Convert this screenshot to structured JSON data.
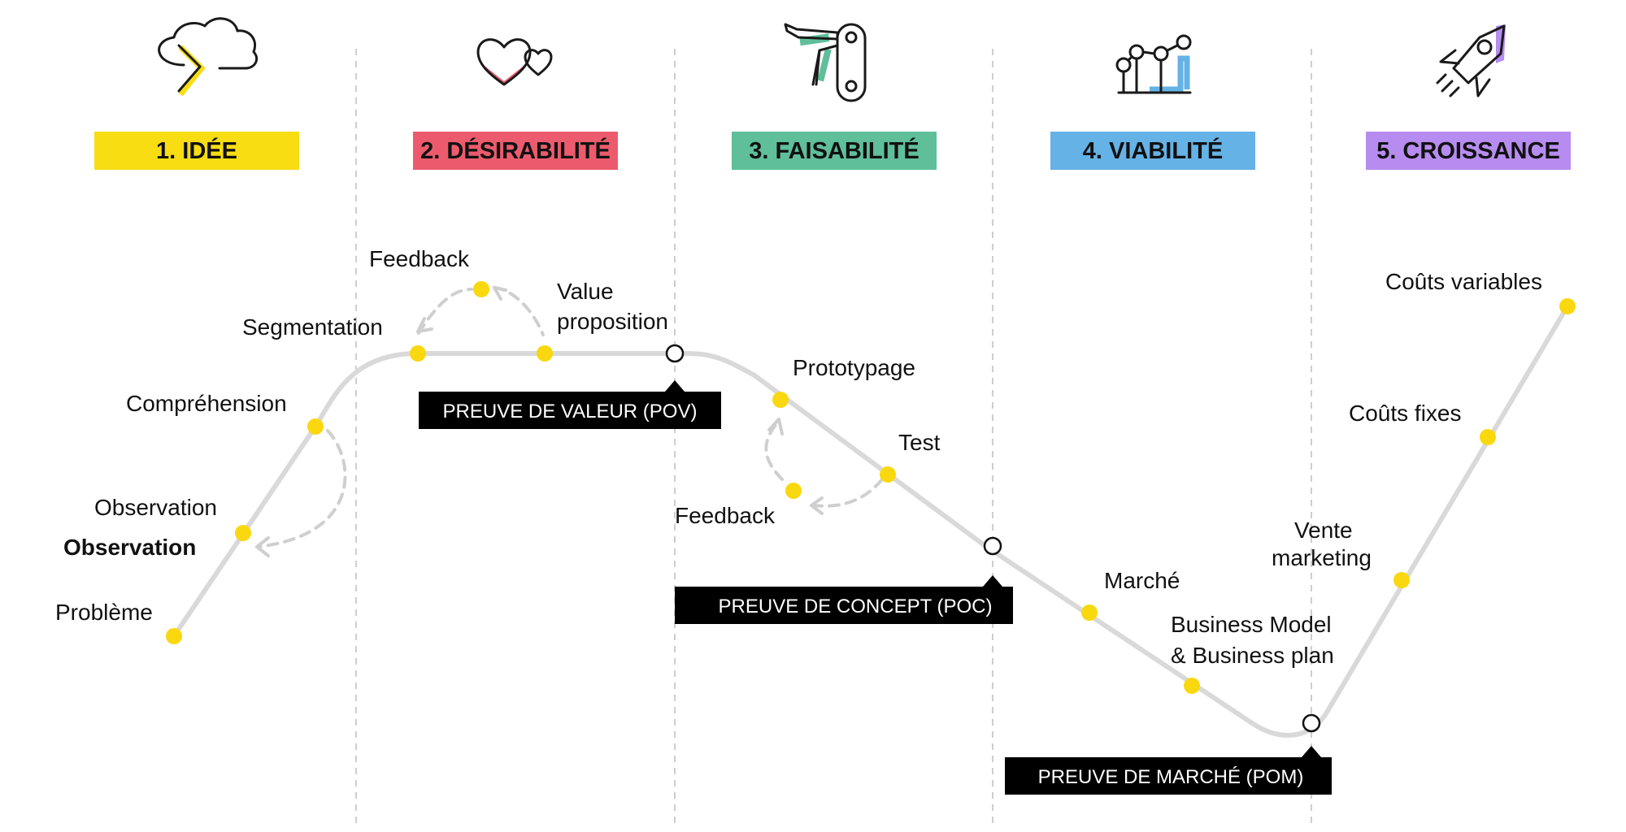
{
  "colors": {
    "idee": "#f7dd12",
    "desirabilite": "#ec5b6d",
    "faisabilite": "#5fbf9b",
    "viabilite": "#65b2e6",
    "croissance": "#b78cf0",
    "dot": "#fad80f",
    "proof_bg": "#000000"
  },
  "phases": [
    {
      "label": "1. IDÉE",
      "icon": "cloud-arrow-icon"
    },
    {
      "label": "2. DÉSIRABILITÉ",
      "icon": "hearts-icon"
    },
    {
      "label": "3. FAISABILITÉ",
      "icon": "swiss-knife-icon"
    },
    {
      "label": "4. VIABILITÉ",
      "icon": "growth-graph-icon"
    },
    {
      "label": "5. CROISSANCE",
      "icon": "rocket-icon"
    }
  ],
  "steps": [
    {
      "label": "Problème"
    },
    {
      "label": "Observation"
    },
    {
      "label": "Observation"
    },
    {
      "label": "Compréhension"
    },
    {
      "label": "Segmentation"
    },
    {
      "label": "Feedback"
    },
    {
      "label": "Value"
    },
    {
      "label": "proposition"
    },
    {
      "label": "Prototypage"
    },
    {
      "label": "Test"
    },
    {
      "label": "Feedback"
    },
    {
      "label": "Marché"
    },
    {
      "label": "Business Model"
    },
    {
      "label": "& Business plan"
    },
    {
      "label": "Vente"
    },
    {
      "label": "marketing"
    },
    {
      "label": "Coûts fixes"
    },
    {
      "label": "Coûts variables"
    }
  ],
  "proofs": [
    {
      "label": "PREUVE DE VALEUR (POV)"
    },
    {
      "label": "PREUVE DE CONCEPT (POC)"
    },
    {
      "label": "PREUVE DE MARCHÉ (POM)"
    }
  ]
}
